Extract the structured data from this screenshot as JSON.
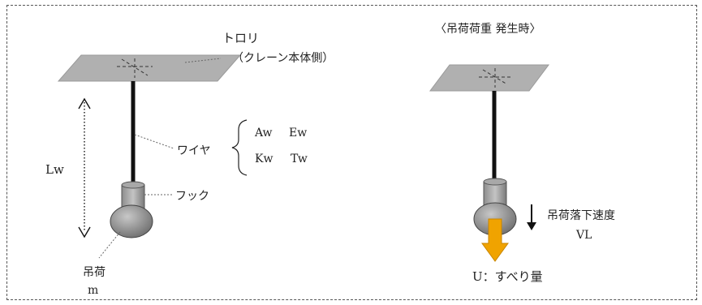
{
  "left": {
    "trolley_label": "トロリ",
    "trolley_sub": "（クレーン本体側）",
    "wire_label": "ワイヤ",
    "wire_params": [
      "Aw",
      "Ew",
      "Kw",
      "Tw"
    ],
    "length_label": "Lw",
    "hook_label": "フック",
    "load_label": "吊荷",
    "mass_label": "m"
  },
  "right": {
    "title": "〈吊荷荷重 発生時〉",
    "speed_label": "吊荷落下速度",
    "speed_symbol": "VL",
    "slip_label": "U：すべり量"
  },
  "colors": {
    "plate": "#b0b0b0",
    "hook": "#9a9a9a",
    "load": "#8a8a8a",
    "wire": "#111111",
    "arrow_slip": "#f0a300"
  }
}
